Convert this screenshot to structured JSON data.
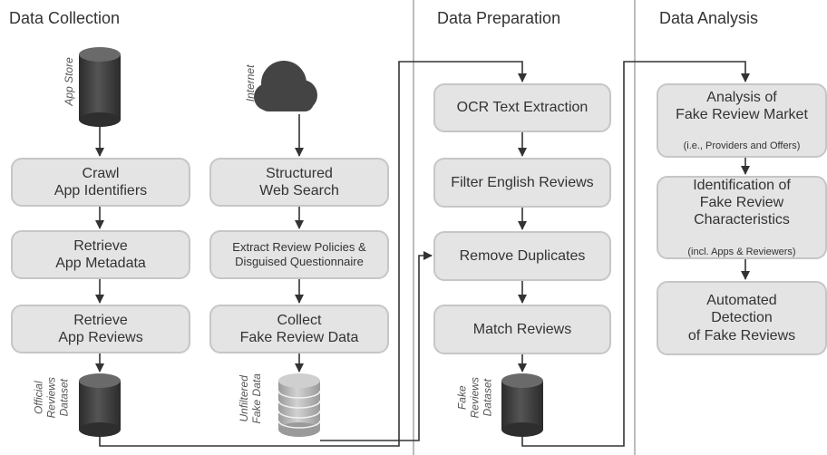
{
  "headings": {
    "collection": "Data Collection",
    "preparation": "Data Preparation",
    "analysis": "Data Analysis"
  },
  "sources": {
    "app_store": "App Store",
    "internet": "Internet"
  },
  "collection_left": [
    "Crawl\nApp Identifiers",
    "Retrieve\nApp Metadata",
    "Retrieve\nApp Reviews"
  ],
  "collection_right": [
    "Structured\nWeb Search",
    "Extract Review Policies &\nDisguised Questionnaire",
    "Collect\nFake Review Data"
  ],
  "datasets": {
    "official": "Official\nReviews\nDataset",
    "unfiltered": "Unfiltered\nFake Data",
    "fake": "Fake\nReviews\nDataset"
  },
  "preparation": [
    "OCR Text Extraction",
    "Filter English Reviews",
    "Remove Duplicates",
    "Match Reviews"
  ],
  "analysis": {
    "a1_main": "Analysis of\nFake Review Market",
    "a1_sub": "(i.e., Providers and Offers)",
    "a2_main": "Identification of\nFake Review\nCharacteristics",
    "a2_sub": "(incl. Apps & Reviewers)",
    "a3_main": "Automated\nDetection\nof Fake Reviews"
  },
  "colors": {
    "box_fill": "#e4e4e4",
    "box_border": "#c6c6c6",
    "database_dark": "#3a3a3a",
    "database_light": "#b5b5b5",
    "divider": "#bdbdbd",
    "arrow": "#333333"
  }
}
